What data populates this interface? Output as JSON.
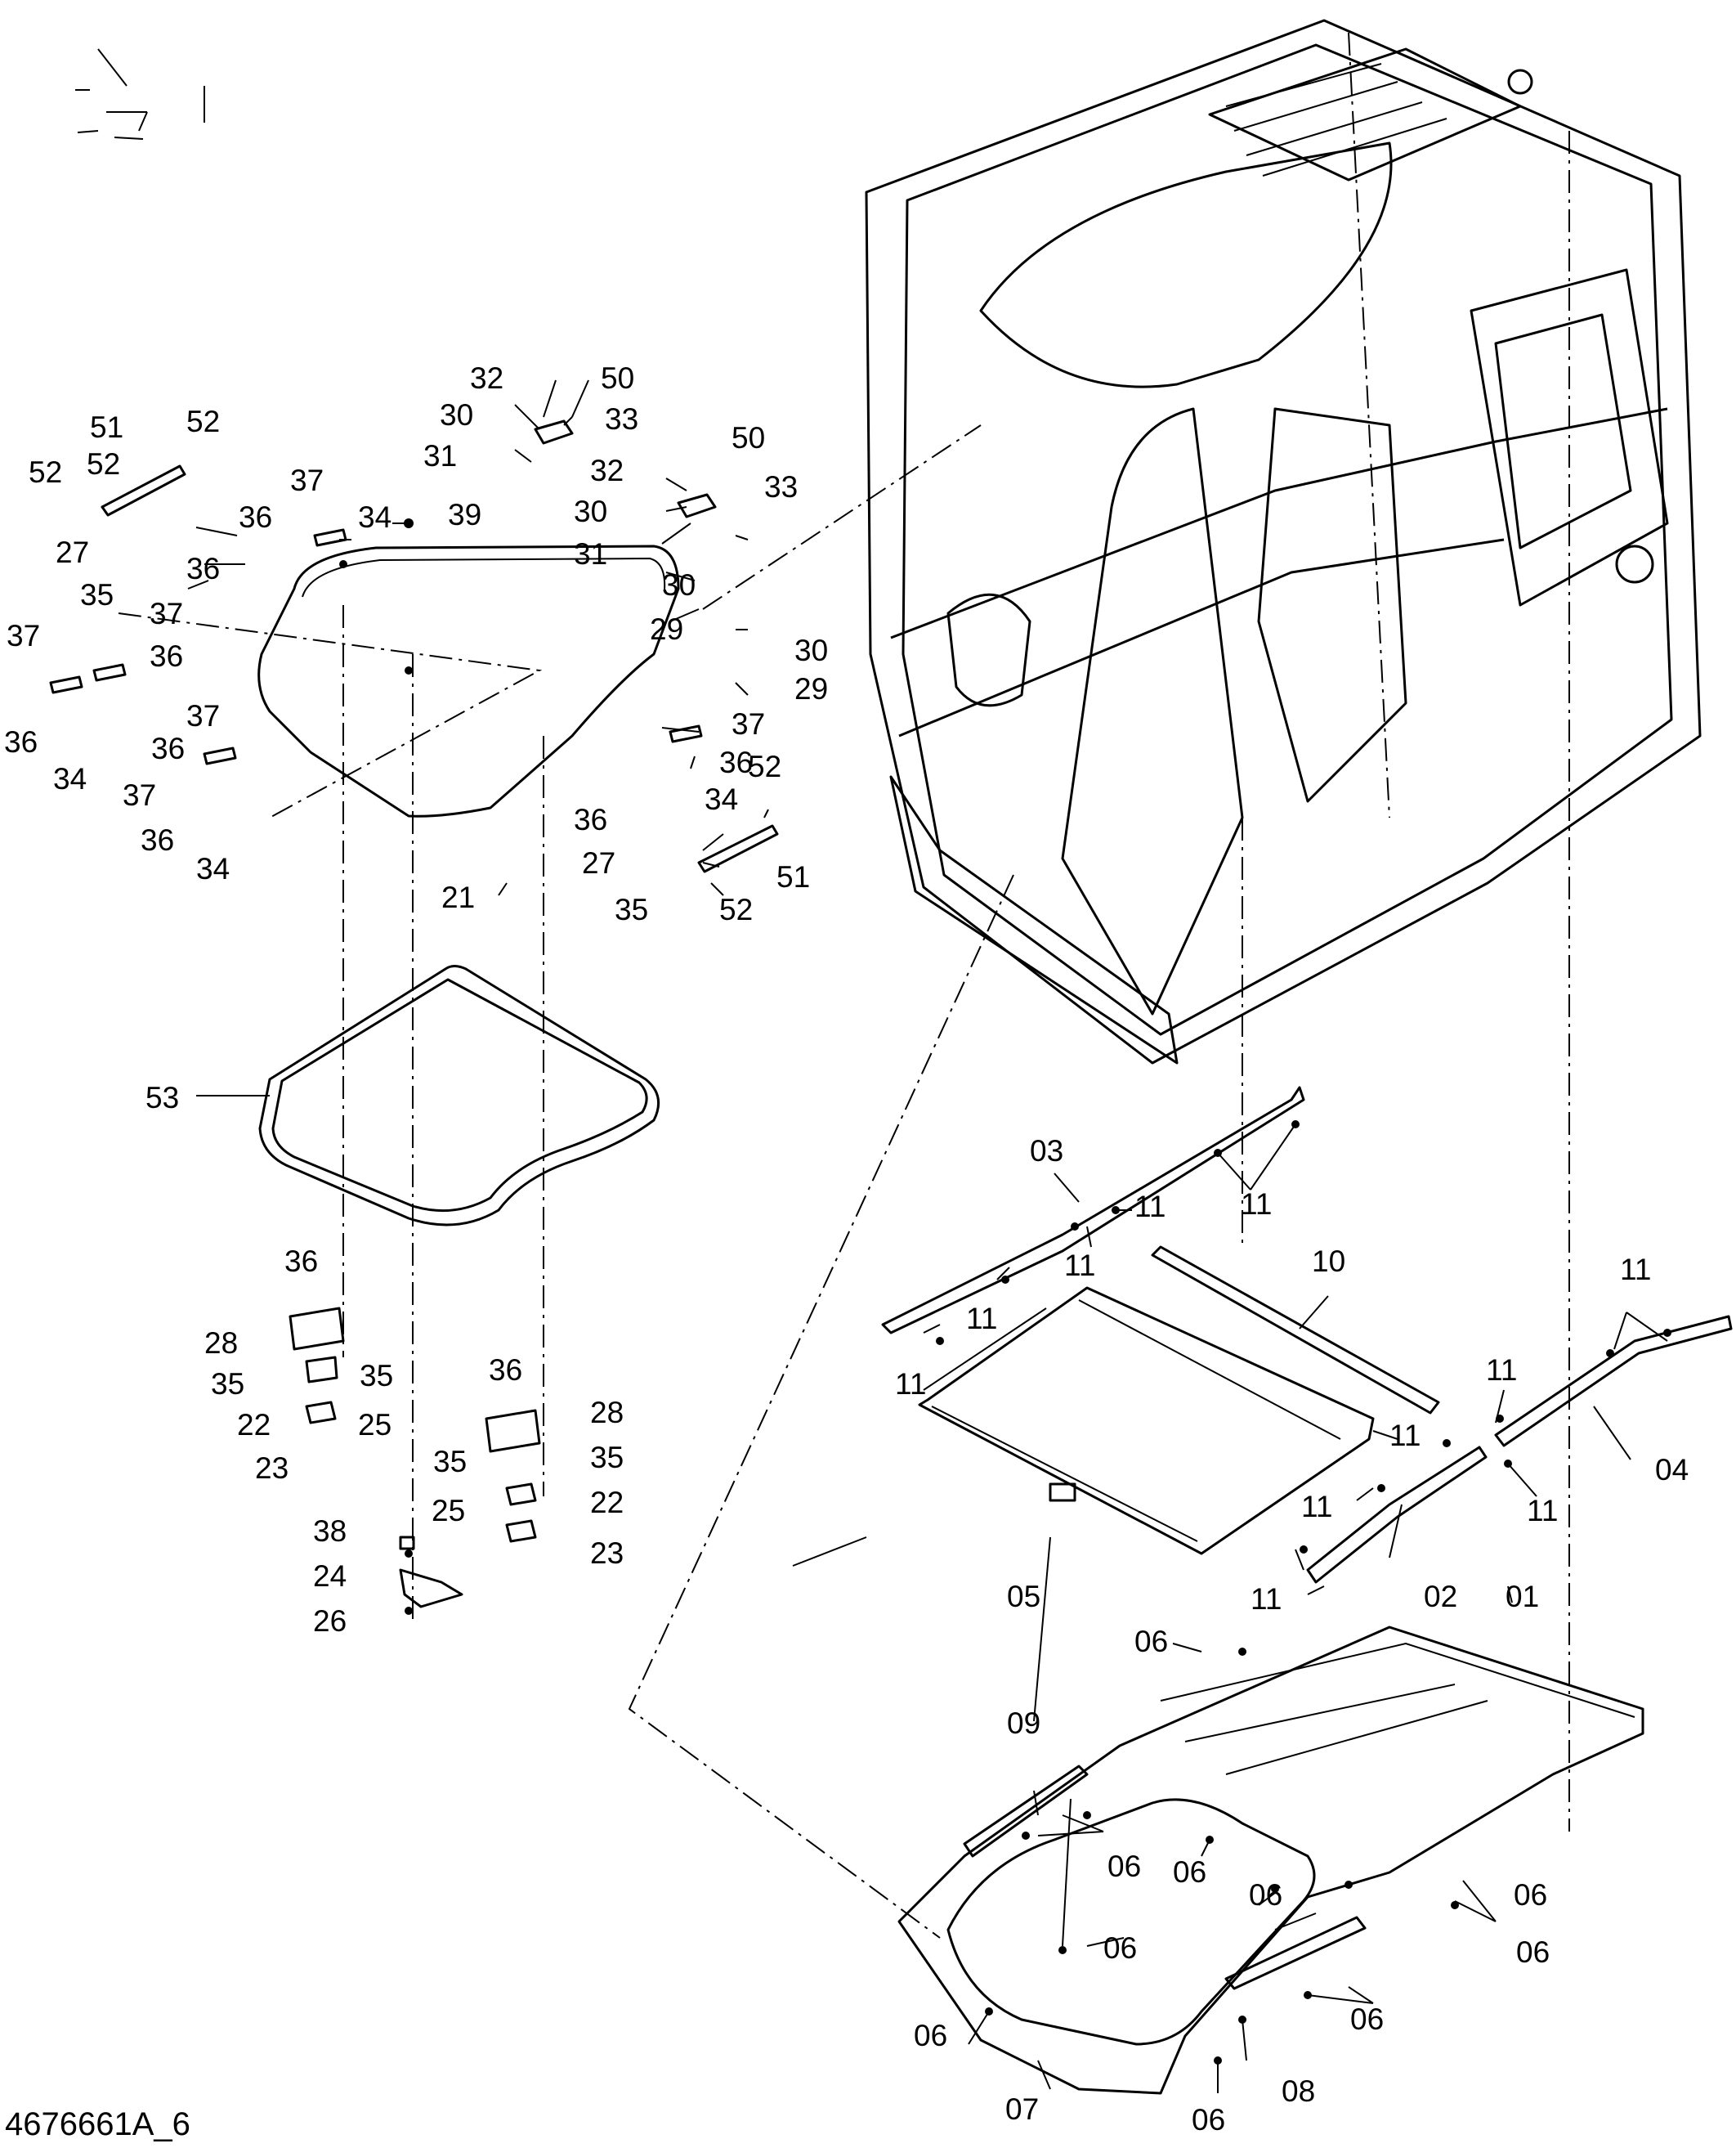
{
  "drawing_id": "4676661A_6",
  "callouts": [
    "01",
    "02",
    "03",
    "04",
    "05",
    "06",
    "07",
    "08",
    "09",
    "10",
    "11",
    "21",
    "22",
    "23",
    "24",
    "25",
    "26",
    "27",
    "28",
    "29",
    "30",
    "31",
    "32",
    "33",
    "34",
    "35",
    "36",
    "37",
    "38",
    "39",
    "50",
    "51",
    "52",
    "53"
  ]
}
